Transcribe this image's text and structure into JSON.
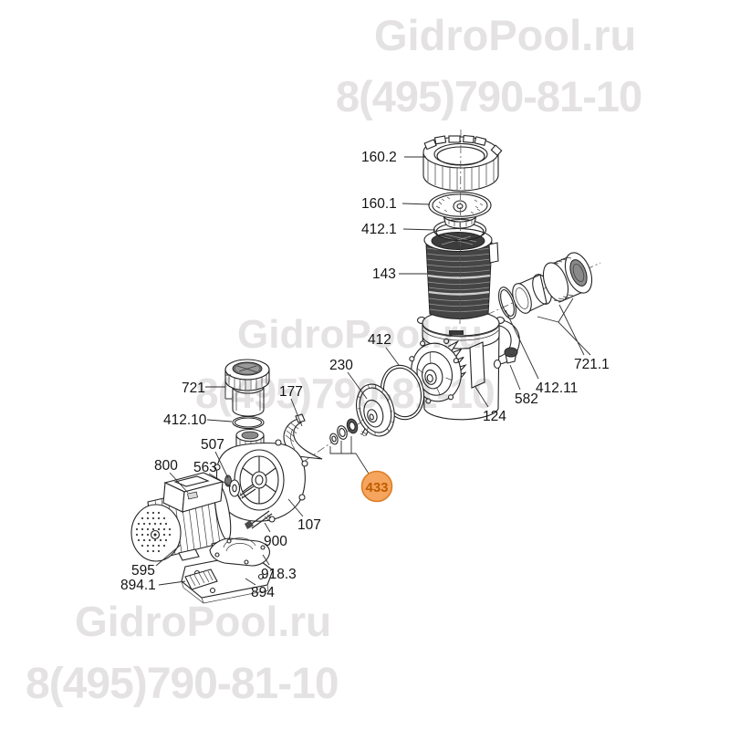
{
  "watermark": {
    "site": "GidroPool.ru",
    "phone": "8(495)790-81-10",
    "color": "#e4e2e2"
  },
  "diagram": {
    "type": "exploded-parts-diagram",
    "subject": "pool-pump",
    "part_labels": [
      "160.2",
      "160.1",
      "412.1",
      "143",
      "412",
      "230",
      "721",
      "412.10",
      "177",
      "507",
      "563",
      "800",
      "595",
      "894.1",
      "894",
      "918.3",
      "900",
      "107",
      "124",
      "582",
      "412.11",
      "721.1",
      "433"
    ],
    "highlight": {
      "label": "433",
      "fill": "#f5a55d",
      "stroke": "#dd7d26",
      "text_color": "#c05c00"
    },
    "ink_color": "#232323"
  }
}
